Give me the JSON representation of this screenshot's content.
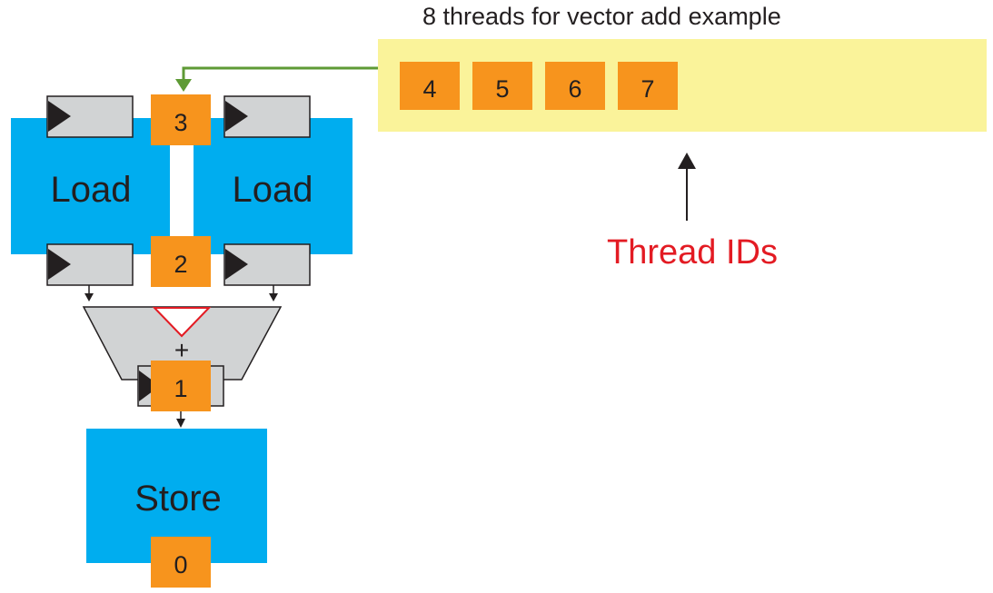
{
  "title": "8 threads for vector add example",
  "queue_threads": [
    "4",
    "5",
    "6",
    "7"
  ],
  "pipeline": {
    "load_left_label": "Load",
    "load_right_label": "Load",
    "store_label": "Store",
    "adder_symbol": "+",
    "thread_load_top": "3",
    "thread_load_bottom": "2",
    "thread_adder": "1",
    "thread_store": "0"
  },
  "callout": "Thread IDs",
  "colors": {
    "stage_blue": "#00adef",
    "thread_orange": "#f7941d",
    "queue_yellow": "#faf39a",
    "register_gray": "#d1d3d4",
    "link_green": "#5e9a35",
    "callout_red": "#e31b23",
    "adder_outline_red": "#e31b23"
  }
}
